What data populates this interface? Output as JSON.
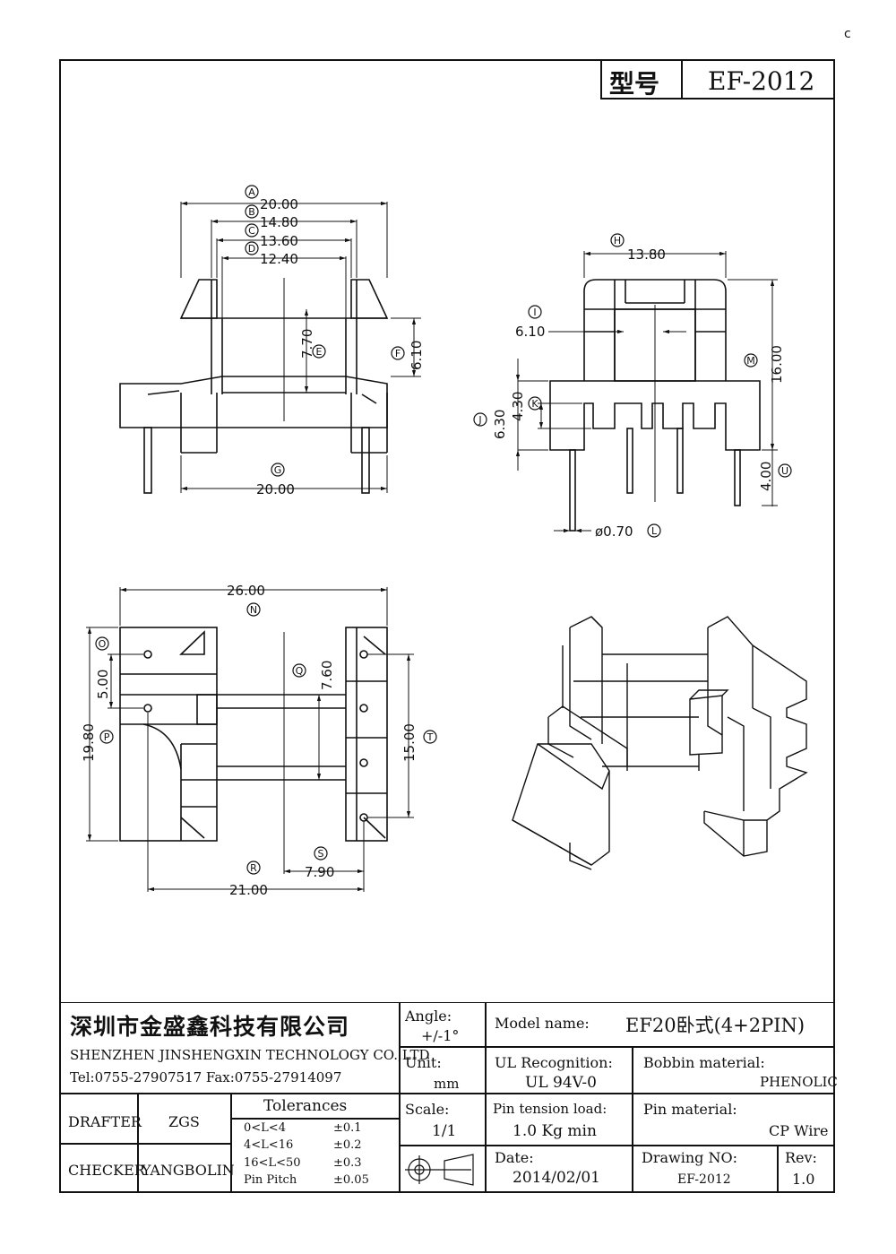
{
  "header": {
    "model_label": "型号",
    "model_value": "EF-2012"
  },
  "corner_mark": "c",
  "dims": {
    "A": "20.00",
    "B": "14.80",
    "C": "13.60",
    "D": "12.40",
    "E": "7.70",
    "F": "6.10",
    "G": "20.00",
    "H": "13.80",
    "I": "6.10",
    "J": "6.30",
    "K": "4.30",
    "L": "ø0.70",
    "M": "16.00",
    "U": "4.00",
    "N": "26.00",
    "O": "5.00",
    "P": "19.80",
    "Q": "7.60",
    "R": "21.00",
    "S": "7.90",
    "T": "15.00"
  },
  "letters": {
    "A": "A",
    "B": "B",
    "C": "C",
    "D": "D",
    "E": "E",
    "F": "F",
    "G": "G",
    "H": "H",
    "I": "I",
    "J": "J",
    "K": "K",
    "L": "L",
    "M": "M",
    "N": "N",
    "O": "O",
    "P": "P",
    "Q": "Q",
    "R": "R",
    "S": "S",
    "T": "T",
    "U": "U"
  },
  "title_block": {
    "company_cn": "深圳市金盛鑫科技有限公司",
    "company_en": "SHENZHEN JINSHENGXIN TECHNOLOGY CO.,LTD",
    "tel_fax": "Tel:0755-27907517   Fax:0755-27914097",
    "drafter_label": "DRAFTER",
    "drafter_value": "ZGS",
    "checker_label": "CHECKER",
    "checker_value": "YANGBOLIN",
    "tolerances_title": "Tolerances",
    "tolerances": [
      {
        "range": "0<L<4",
        "value": "±0.1"
      },
      {
        "range": "4<L<16",
        "value": "±0.2"
      },
      {
        "range": "16<L<50",
        "value": "±0.3"
      },
      {
        "range": "Pin Pitch",
        "value": "±0.05"
      }
    ],
    "angle_label": "Angle:",
    "angle_value": "+/-1°",
    "unit_label": "Unit:",
    "unit_value": "mm",
    "scale_label": "Scale:",
    "scale_value": "1/1",
    "model_name_label": "Model name:",
    "model_name_value": "EF20卧式(4+2PIN)",
    "ul_label": "UL Recognition:",
    "ul_value": "UL 94V-0",
    "bobbin_label": "Bobbin material:",
    "bobbin_value": "PHENOLIC",
    "pin_tension_label": "Pin tension load:",
    "pin_tension_value": "1.0 Kg min",
    "pin_material_label": "Pin material:",
    "pin_material_value": "CP Wire",
    "date_label": "Date:",
    "date_value": "2014/02/01",
    "drawing_no_label": "Drawing NO:",
    "drawing_no_value": "EF-2012",
    "rev_label": "Rev:",
    "rev_value": "1.0"
  }
}
